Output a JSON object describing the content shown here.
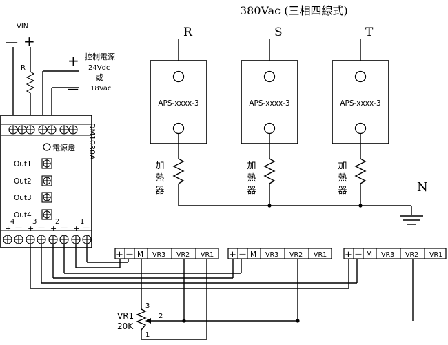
{
  "supply": {
    "title": "380Vac (三相四線式)",
    "phases": [
      "R",
      "S",
      "T"
    ],
    "neutral": "N"
  },
  "relays": [
    {
      "label": "APS-xxxx-3"
    },
    {
      "label": "APS-xxxx-3"
    },
    {
      "label": "APS-xxxx-3"
    }
  ],
  "heater_label": [
    "加",
    "熱",
    "器"
  ],
  "vin": {
    "label": "VIN",
    "minus": "—",
    "plus": "+",
    "resistor": "R"
  },
  "control_power": {
    "plus": "+",
    "minus": "—",
    "line1": "控制電源",
    "line2": "24Vdc",
    "line3": "或",
    "line4": "18Vac"
  },
  "module": {
    "model": "DM1030A",
    "power_led": "電源燈",
    "outputs": [
      "Out1",
      "Out2",
      "Out3",
      "Out4"
    ],
    "bottom_numbers": [
      "4",
      "3",
      "2",
      "1"
    ],
    "bottom_signs": [
      "+",
      "—",
      "+",
      "—",
      "+",
      "—",
      "+",
      "—"
    ]
  },
  "panel": {
    "plus": "+",
    "minus": "—",
    "m": "M",
    "vr3": "VR3",
    "vr2": "VR2",
    "vr1": "VR1"
  },
  "pot": {
    "name": "VR1",
    "value": "20K",
    "pin1": "1",
    "pin2": "2",
    "pin3": "3"
  }
}
